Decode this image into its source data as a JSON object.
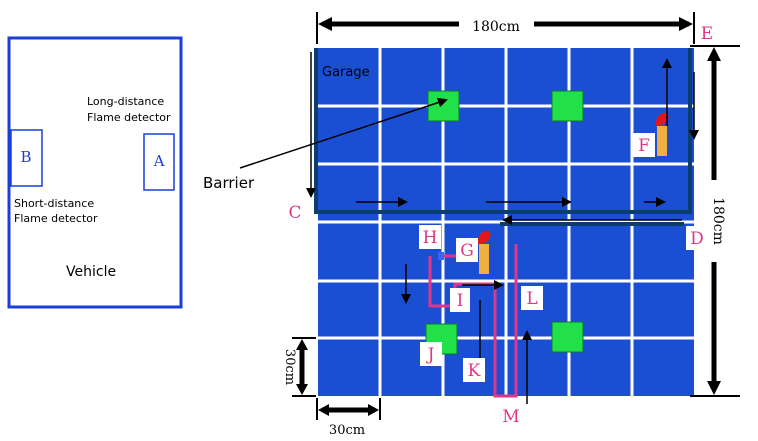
{
  "vehicle": {
    "title": "Vehicle",
    "long_detector": [
      "Long-distance",
      "Flame detector"
    ],
    "short_detector": [
      "Short-distance",
      "Flame detector"
    ],
    "sensor_a": "A",
    "sensor_b": "B"
  },
  "arena": {
    "top_dimension": "180cm",
    "right_dimension": "180cm",
    "left_dimension": "30cm",
    "bottom_dimension": "30cm",
    "garage_label": "Garage",
    "barrier_label": "Barrier",
    "points": {
      "C": "C",
      "D": "D",
      "E": "E",
      "F": "F",
      "G": "G",
      "H": "H",
      "I": "I",
      "J": "J",
      "K": "K",
      "L": "L",
      "M": "M"
    }
  },
  "colors": {
    "tile": "#1a4fd4",
    "grid_line": "#ffffff",
    "barrier": "#22e04a",
    "path_blue": "#0b3e6e",
    "path_pink": "#e0368a",
    "letter_pink": "#e0368a",
    "vehicle_border": "#1a3fd8"
  }
}
